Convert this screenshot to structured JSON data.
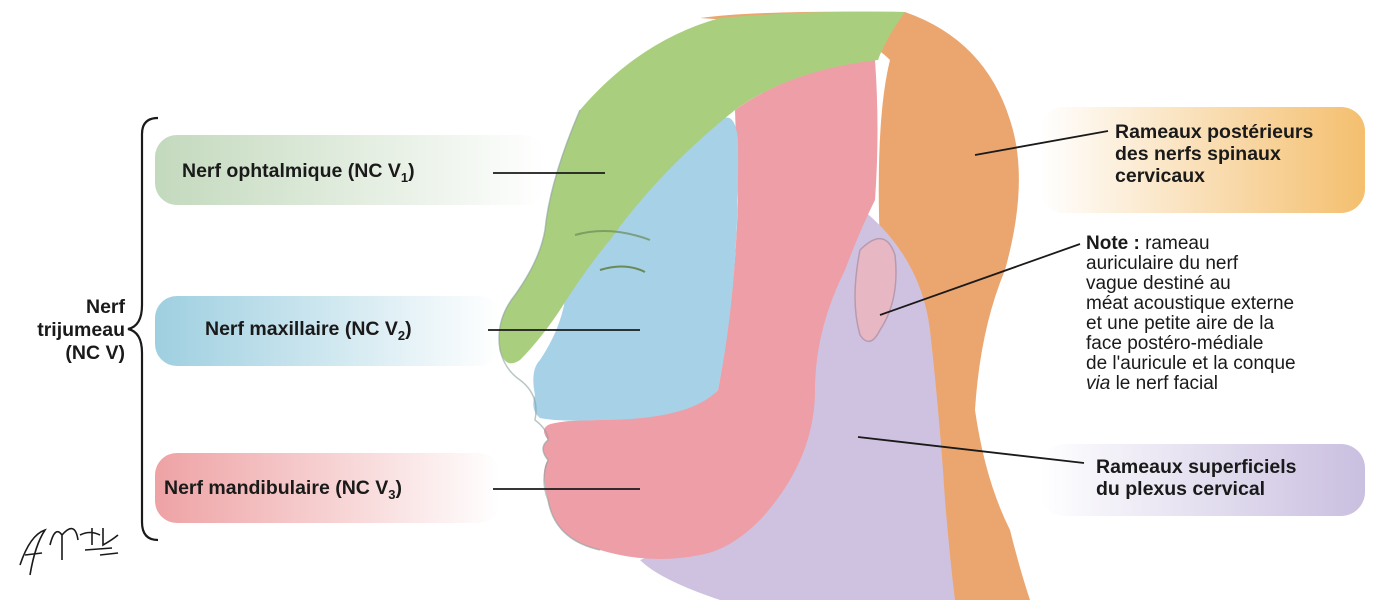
{
  "labels": {
    "ophthalmic": {
      "text": "Nerf ophtalmique (NC V",
      "sub": "1",
      "close": ")"
    },
    "maxillary": {
      "text": "Nerf maxillaire (NC V",
      "sub": "2",
      "close": ")"
    },
    "mandibular": {
      "text": "Nerf mandibulaire (NC V",
      "sub": "3",
      "close": ")"
    },
    "trigeminal": [
      "Nerf",
      "trijumeau",
      "(NC V)"
    ],
    "posterior_rami": [
      "Rameaux postérieurs",
      "des nerfs spinaux",
      "cervicaux"
    ],
    "superficial_plexus": [
      "Rameaux superficiels",
      "du plexus cervical"
    ]
  },
  "note": {
    "bold": "Note :",
    "lines": [
      "rameau",
      "auriculaire du nerf",
      "vague destiné au",
      "méat acoustique externe",
      "et une petite aire de la",
      "face postéro-médiale",
      "de l'auricule et la conque"
    ],
    "last_italic": "via",
    "last_rest": " le nerf facial"
  },
  "signature": "F. Netter M.D.",
  "colors": {
    "ophthalmic": "#a9cf7e",
    "maxillary": "#a6d1e6",
    "mandibular": "#ee9ea6",
    "posterior": "#eba66f",
    "cervical": "#cfc2e0",
    "box_green": "#cfe2c8",
    "box_blue": "#a9d6e4",
    "box_red": "#efaeae",
    "box_orange": "#f5c47c",
    "box_purple": "#cdc5e2"
  }
}
